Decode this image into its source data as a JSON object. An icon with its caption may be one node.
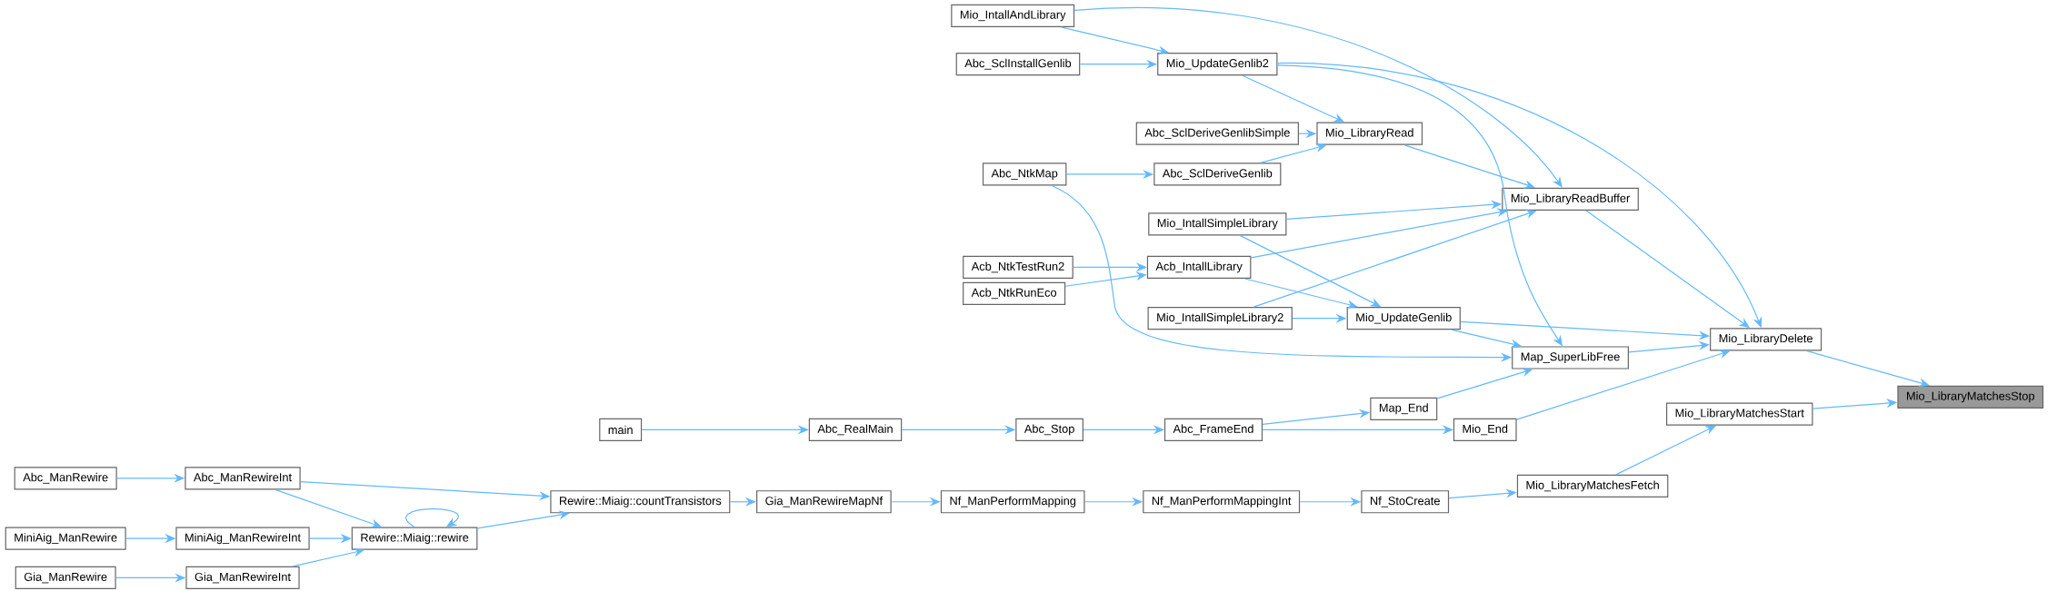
{
  "diagram": {
    "nodes": [
      {
        "text": [
          "Mio_LibraryMatchesStop"
        ]
      },
      {
        "text": [
          "Mio_LibraryDelete"
        ]
      },
      {
        "text": [
          "Mio_LibraryMatchesStart"
        ]
      },
      {
        "text": [
          "Mio_LibraryReadBuffer"
        ]
      },
      {
        "text": [
          "Mio_UpdateGenlib"
        ]
      },
      {
        "text": [
          "Map_SuperLibFree"
        ]
      },
      {
        "text": [
          "Mio_End"
        ]
      },
      {
        "text": [
          "Mio_LibraryMatchesFetch"
        ]
      },
      {
        "text": [
          "Mio_IntallAndLibrary"
        ]
      },
      {
        "text": [
          "Mio_UpdateGenlib2"
        ]
      },
      {
        "text": [
          "Abc_SclInstallGenlib"
        ]
      },
      {
        "text": [
          "Mio_LibraryRead"
        ]
      },
      {
        "text": [
          "Abc_SclDeriveGenlibSimple"
        ]
      },
      {
        "text": [
          "Abc_SclDeriveGenlib"
        ]
      },
      {
        "text": [
          "Abc_NtkMap"
        ]
      },
      {
        "text": [
          "Mio_IntallSimpleLibrary"
        ]
      },
      {
        "text": [
          "Acb_NtkTestRun2"
        ]
      },
      {
        "text": [
          "Acb_IntallLibrary"
        ]
      },
      {
        "text": [
          "Acb_NtkRunEco"
        ]
      },
      {
        "text": [
          "Mio_IntallSimpleLibrary2"
        ]
      },
      {
        "text": [
          "Map_End"
        ]
      },
      {
        "text": [
          "Abc_FrameEnd"
        ]
      },
      {
        "text": [
          "Abc_Stop"
        ]
      },
      {
        "text": [
          "Abc_RealMain"
        ]
      },
      {
        "text": [
          "main"
        ]
      },
      {
        "text": [
          "Nf_StoCreate"
        ]
      },
      {
        "text": [
          "Nf_ManPerformMappingInt"
        ]
      },
      {
        "text": [
          "Nf_ManPerformMapping"
        ]
      },
      {
        "text": [
          "Gia_ManRewireMapNf"
        ]
      },
      {
        "text": [
          "Rewire::Miaig::countTransistors"
        ]
      },
      {
        "text": [
          "Rewire::Miaig::rewire"
        ]
      },
      {
        "text": [
          "Abc_ManRewireInt"
        ]
      },
      {
        "text": [
          "Abc_ManRewire"
        ]
      },
      {
        "text": [
          "MiniAig_ManRewireInt"
        ]
      },
      {
        "text": [
          "MiniAig_ManRewire"
        ]
      },
      {
        "text": [
          "Gia_ManRewireInt"
        ]
      },
      {
        "text": [
          "Gia_ManRewire"
        ]
      }
    ],
    "edges": [
      {
        "from": 1,
        "to": 0,
        "arrow": "to"
      },
      {
        "from": 2,
        "to": 0,
        "arrow": "to"
      },
      {
        "from": 3,
        "to": 1,
        "arrow": "to"
      },
      {
        "from": 4,
        "to": 1,
        "arrow": "to"
      },
      {
        "from": 5,
        "to": 1,
        "arrow": "to"
      },
      {
        "from": 6,
        "to": 1,
        "arrow": "to"
      },
      {
        "from": 9,
        "to": 1,
        "arrow": "to"
      },
      {
        "from": 8,
        "to": 3,
        "arrow": "to"
      },
      {
        "from": 7,
        "to": 2,
        "arrow": "to"
      },
      {
        "from": 11,
        "to": 3,
        "arrow": "to"
      },
      {
        "from": 15,
        "to": 3,
        "arrow": "to"
      },
      {
        "from": 17,
        "to": 3,
        "arrow": "to"
      },
      {
        "from": 19,
        "to": 3,
        "arrow": "to"
      },
      {
        "from": 9,
        "to": 11,
        "arrow": "to"
      },
      {
        "from": 12,
        "to": 11,
        "arrow": "to"
      },
      {
        "from": 13,
        "to": 11,
        "arrow": "to"
      },
      {
        "from": 8,
        "to": 9,
        "arrow": "to"
      },
      {
        "from": 10,
        "to": 9,
        "arrow": "to"
      },
      {
        "from": 14,
        "to": 13,
        "arrow": "to"
      },
      {
        "from": 14,
        "to": 5,
        "arrow": "to"
      },
      {
        "from": 9,
        "to": 5,
        "arrow": "to"
      },
      {
        "from": 16,
        "to": 17,
        "arrow": "to"
      },
      {
        "from": 18,
        "to": 17,
        "arrow": "to"
      },
      {
        "from": 17,
        "to": 4,
        "arrow": "to"
      },
      {
        "from": 15,
        "to": 4,
        "arrow": "to"
      },
      {
        "from": 19,
        "to": 4,
        "arrow": "to"
      },
      {
        "from": 4,
        "to": 5,
        "arrow": "to"
      },
      {
        "from": 20,
        "to": 5,
        "arrow": "to"
      },
      {
        "from": 21,
        "to": 20,
        "arrow": "to"
      },
      {
        "from": 21,
        "to": 6,
        "arrow": "to"
      },
      {
        "from": 22,
        "to": 21,
        "arrow": "to"
      },
      {
        "from": 23,
        "to": 22,
        "arrow": "to"
      },
      {
        "from": 24,
        "to": 23,
        "arrow": "to"
      },
      {
        "from": 25,
        "to": 7,
        "arrow": "to"
      },
      {
        "from": 26,
        "to": 25,
        "arrow": "to"
      },
      {
        "from": 27,
        "to": 26,
        "arrow": "to"
      },
      {
        "from": 28,
        "to": 27,
        "arrow": "to"
      },
      {
        "from": 29,
        "to": 28,
        "arrow": "to"
      },
      {
        "from": 30,
        "to": 29,
        "arrow": "to"
      },
      {
        "from": 31,
        "to": 29,
        "arrow": "to"
      },
      {
        "from": 31,
        "to": 30,
        "arrow": "to"
      },
      {
        "from": 30,
        "to": 30,
        "arrow": "to"
      },
      {
        "from": 33,
        "to": 30,
        "arrow": "to"
      },
      {
        "from": 35,
        "to": 30,
        "arrow": "to"
      },
      {
        "from": 32,
        "to": 31,
        "arrow": "to"
      },
      {
        "from": 34,
        "to": 33,
        "arrow": "to"
      },
      {
        "from": 36,
        "to": 35,
        "arrow": "to"
      }
    ]
  }
}
